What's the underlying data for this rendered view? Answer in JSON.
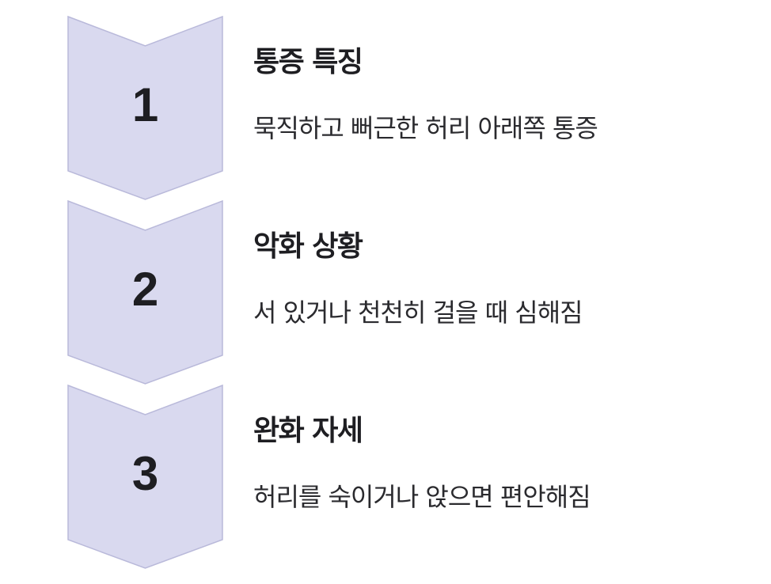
{
  "colors": {
    "chevron_fill": "#d9d9ef",
    "chevron_stroke": "#b9b9da",
    "text_dark": "#1e1e22"
  },
  "steps": [
    {
      "number": "1",
      "title": "통증 특징",
      "description": "묵직하고 뻐근한 허리 아래쪽 통증"
    },
    {
      "number": "2",
      "title": "악화 상황",
      "description": "서 있거나 천천히 걸을 때 심해짐"
    },
    {
      "number": "3",
      "title": "완화 자세",
      "description": "허리를 숙이거나 앉으면 편안해짐"
    }
  ]
}
